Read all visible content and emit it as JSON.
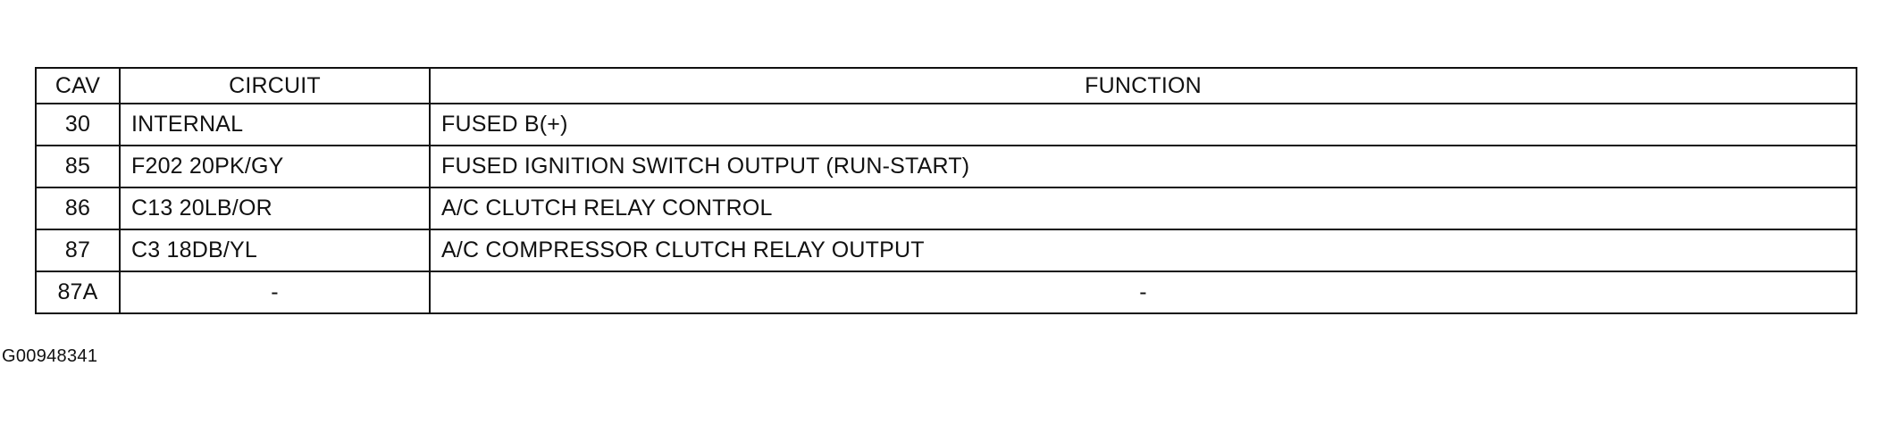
{
  "table": {
    "headers": {
      "cav": "CAV",
      "circuit": "CIRCUIT",
      "function": "FUNCTION"
    },
    "rows": [
      {
        "cav": "30",
        "circuit": "INTERNAL",
        "function": "FUSED B(+)"
      },
      {
        "cav": "85",
        "circuit": "F202 20PK/GY",
        "function": "FUSED IGNITION SWITCH OUTPUT (RUN-START)"
      },
      {
        "cav": "86",
        "circuit": "C13 20LB/OR",
        "function": "A/C CLUTCH RELAY CONTROL"
      },
      {
        "cav": "87",
        "circuit": "C3 18DB/YL",
        "function": "A/C COMPRESSOR CLUTCH RELAY OUTPUT"
      },
      {
        "cav": "87A",
        "circuit": "-",
        "function": "-"
      }
    ]
  },
  "figure_id": "G00948341"
}
